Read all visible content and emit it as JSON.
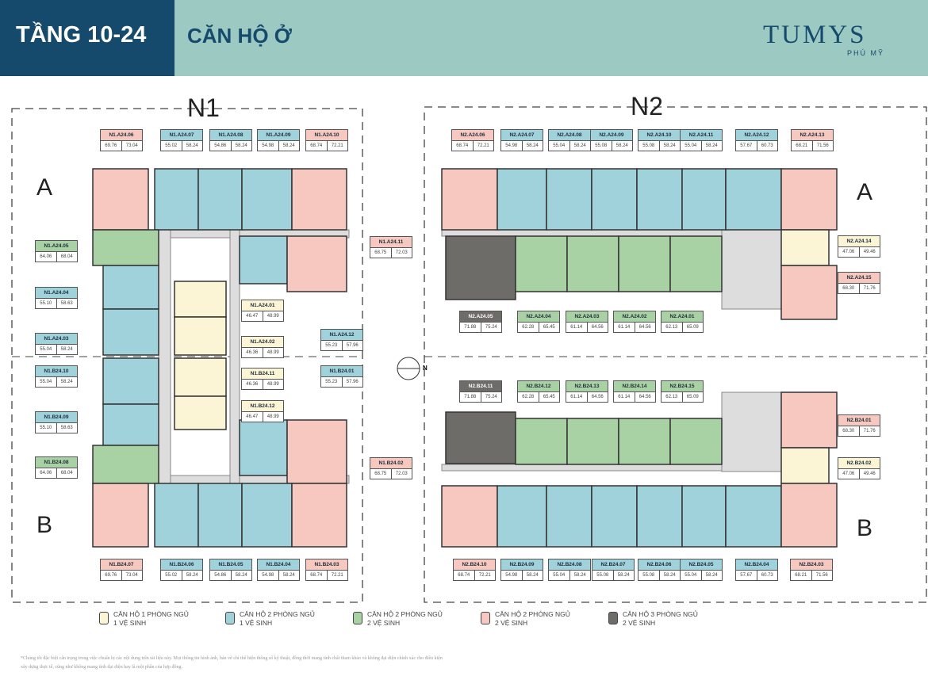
{
  "header": {
    "floor": "TẦNG 10-24",
    "title": "CĂN HỘ Ở",
    "logo": "TUMYS",
    "logo_sub": "PHÚ MỸ"
  },
  "colors": {
    "header_dark": "#154a6c",
    "header_teal": "#9ccac3",
    "1br_1wc": "#fbf5d6",
    "2br_1wc": "#9fd2db",
    "2br_2wc": "#a8d2a4",
    "2br_2wc_pink": "#f6c8bf",
    "3br_2wc": "#6e6c68"
  },
  "buildings": {
    "n1": "N1",
    "n2": "N2"
  },
  "zones": {
    "a": "A",
    "b": "B"
  },
  "compass": "N",
  "units": [
    {
      "id": "N1.A24.06",
      "a": "69.76",
      "b": "73.04",
      "t": "pink"
    },
    {
      "id": "N1.A24.07",
      "a": "55.02",
      "b": "58.24",
      "t": "blue"
    },
    {
      "id": "N1.A24.08",
      "a": "54.86",
      "b": "58.24",
      "t": "blue"
    },
    {
      "id": "N1.A24.09",
      "a": "54.98",
      "b": "58.24",
      "t": "blue"
    },
    {
      "id": "N1.A24.10",
      "a": "68.74",
      "b": "72.21",
      "t": "pink"
    },
    {
      "id": "N1.A24.05",
      "a": "64.06",
      "b": "68.04",
      "t": "green"
    },
    {
      "id": "N1.A24.04",
      "a": "55.10",
      "b": "58.63",
      "t": "blue"
    },
    {
      "id": "N1.A24.03",
      "a": "55.04",
      "b": "58.24",
      "t": "blue"
    },
    {
      "id": "N1.B24.10",
      "a": "55.04",
      "b": "58.24",
      "t": "blue"
    },
    {
      "id": "N1.B24.09",
      "a": "55.10",
      "b": "58.63",
      "t": "blue"
    },
    {
      "id": "N1.B24.08",
      "a": "64.06",
      "b": "68.04",
      "t": "green"
    },
    {
      "id": "N1.A24.01",
      "a": "46.47",
      "b": "48.99",
      "t": "yellow"
    },
    {
      "id": "N1.A24.02",
      "a": "46.36",
      "b": "48.99",
      "t": "yellow"
    },
    {
      "id": "N1.B24.11",
      "a": "46.36",
      "b": "48.99",
      "t": "yellow"
    },
    {
      "id": "N1.B24.12",
      "a": "46.47",
      "b": "48.99",
      "t": "yellow"
    },
    {
      "id": "N1.A24.11",
      "a": "68.75",
      "b": "72.03",
      "t": "pink"
    },
    {
      "id": "N1.A24.12",
      "a": "55.23",
      "b": "57.96",
      "t": "blue"
    },
    {
      "id": "N1.B24.01",
      "a": "55.23",
      "b": "57.96",
      "t": "blue"
    },
    {
      "id": "N1.B24.02",
      "a": "68.75",
      "b": "72.03",
      "t": "pink"
    },
    {
      "id": "N1.B24.07",
      "a": "69.76",
      "b": "73.04",
      "t": "pink"
    },
    {
      "id": "N1.B24.06",
      "a": "55.02",
      "b": "58.24",
      "t": "blue"
    },
    {
      "id": "N1.B24.05",
      "a": "54.86",
      "b": "58.24",
      "t": "blue"
    },
    {
      "id": "N1.B24.04",
      "a": "54.98",
      "b": "58.24",
      "t": "blue"
    },
    {
      "id": "N1.B24.03",
      "a": "68.74",
      "b": "72.21",
      "t": "pink"
    },
    {
      "id": "N2.A24.06",
      "a": "68.74",
      "b": "72.21",
      "t": "pink"
    },
    {
      "id": "N2.A24.07",
      "a": "54.98",
      "b": "58.24",
      "t": "blue"
    },
    {
      "id": "N2.A24.08",
      "a": "55.04",
      "b": "58.24",
      "t": "blue"
    },
    {
      "id": "N2.A24.09",
      "a": "55.08",
      "b": "58.24",
      "t": "blue"
    },
    {
      "id": "N2.A24.10",
      "a": "55.08",
      "b": "58.24",
      "t": "blue"
    },
    {
      "id": "N2.A24.11",
      "a": "55.04",
      "b": "58.24",
      "t": "blue"
    },
    {
      "id": "N2.A24.12",
      "a": "57.67",
      "b": "60.73",
      "t": "blue"
    },
    {
      "id": "N2.A24.13",
      "a": "68.21",
      "b": "71.56",
      "t": "pink"
    },
    {
      "id": "N2.A24.14",
      "a": "47.06",
      "b": "49.46",
      "t": "yellow"
    },
    {
      "id": "N2.A24.15",
      "a": "68.30",
      "b": "71.76",
      "t": "pink"
    },
    {
      "id": "N2.A24.05",
      "a": "71.88",
      "b": "75.24",
      "t": "gray"
    },
    {
      "id": "N2.A24.04",
      "a": "62.28",
      "b": "65.45",
      "t": "green"
    },
    {
      "id": "N2.A24.03",
      "a": "61.14",
      "b": "64.56",
      "t": "green"
    },
    {
      "id": "N2.A24.02",
      "a": "61.14",
      "b": "64.56",
      "t": "green"
    },
    {
      "id": "N2.A24.01",
      "a": "62.13",
      "b": "65.09",
      "t": "green"
    },
    {
      "id": "N2.B24.11",
      "a": "71.88",
      "b": "75.24",
      "t": "gray"
    },
    {
      "id": "N2.B24.12",
      "a": "62.28",
      "b": "65.45",
      "t": "green"
    },
    {
      "id": "N2.B24.13",
      "a": "61.14",
      "b": "64.56",
      "t": "green"
    },
    {
      "id": "N2.B24.14",
      "a": "61.14",
      "b": "64.56",
      "t": "green"
    },
    {
      "id": "N2.B24.15",
      "a": "62.13",
      "b": "65.09",
      "t": "green"
    },
    {
      "id": "N2.B24.01",
      "a": "68.30",
      "b": "71.76",
      "t": "pink"
    },
    {
      "id": "N2.B24.02",
      "a": "47.06",
      "b": "49.46",
      "t": "yellow"
    },
    {
      "id": "N2.B24.10",
      "a": "68.74",
      "b": "72.21",
      "t": "pink"
    },
    {
      "id": "N2.B24.09",
      "a": "54.98",
      "b": "58.24",
      "t": "blue"
    },
    {
      "id": "N2.B24.08",
      "a": "55.04",
      "b": "58.24",
      "t": "blue"
    },
    {
      "id": "N2.B24.07",
      "a": "55.08",
      "b": "58.24",
      "t": "blue"
    },
    {
      "id": "N2.B24.06",
      "a": "55.08",
      "b": "58.24",
      "t": "blue"
    },
    {
      "id": "N2.B24.05",
      "a": "55.04",
      "b": "58.24",
      "t": "blue"
    },
    {
      "id": "N2.B24.04",
      "a": "57.67",
      "b": "60.73",
      "t": "blue"
    },
    {
      "id": "N2.B24.03",
      "a": "68.21",
      "b": "71.56",
      "t": "pink"
    }
  ],
  "legend": [
    {
      "l1": "CĂN HỘ 1 PHÒNG NGỦ",
      "l2": "1 VỆ SINH",
      "t": "yellow"
    },
    {
      "l1": "CĂN HỘ 2 PHÒNG NGỦ",
      "l2": "1 VỆ SINH",
      "t": "blue"
    },
    {
      "l1": "CĂN HỘ 2 PHÒNG NGỦ",
      "l2": "2 VỆ SINH",
      "t": "green"
    },
    {
      "l1": "CĂN HỘ 2 PHÒNG NGỦ",
      "l2": "2 VỆ SINH",
      "t": "pink"
    },
    {
      "l1": "CĂN HỘ 3 PHÒNG NGỦ",
      "l2": "2 VỆ SINH",
      "t": "gray"
    }
  ],
  "note": "*Chúng tôi đặc biệt cẩn trọng trong việc chuẩn bị các nội dung trên tài liệu này. Mọi thông tin hình ảnh, bản vẽ chỉ thể hiện thông số kỹ thuật, đồng thời mang tính chất tham khảo và không đại diện chính xác cho điều kiện xây dựng thực tế, cũng như không mang tính đại diện hay là một phần của hợp đồng."
}
